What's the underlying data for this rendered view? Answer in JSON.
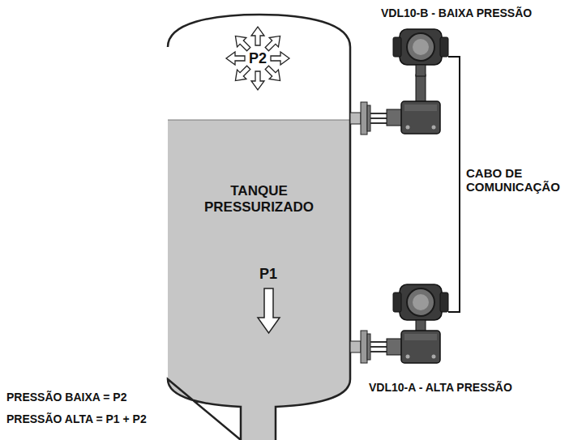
{
  "diagram": {
    "nodes": [
      {
        "text": [
          "VDL10-B - BAIXA PRESSÃO"
        ]
      },
      {
        "text": [
          "TANQUE PRESSURIZADO"
        ]
      },
      {
        "text": [
          "VDL10-A - ALTA PRESSÃO"
        ]
      }
    ],
    "edges": [
      {
        "from": 0,
        "to": 2,
        "arrow": "none",
        "label": "CABO DE COMUNICAÇÃO"
      }
    ],
    "labels": [
      "P2",
      "P1",
      "PRESSÃO BAIXA = P2",
      "PRESSÃO ALTA = P1 + P2"
    ]
  }
}
